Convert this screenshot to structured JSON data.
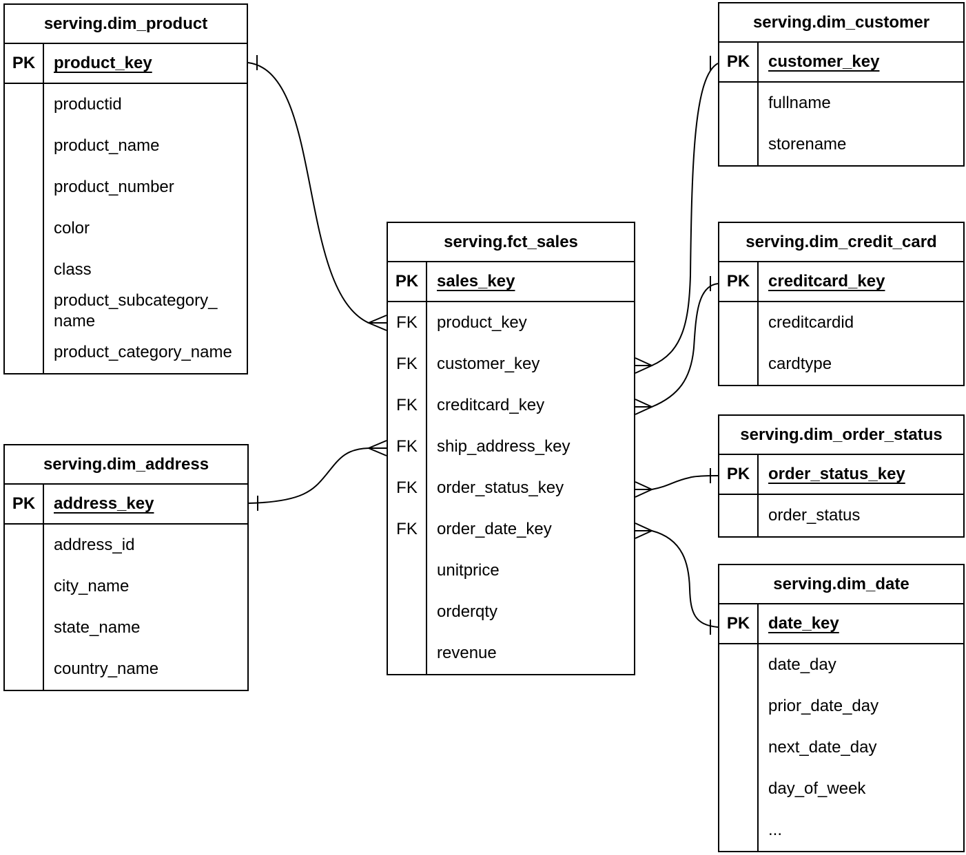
{
  "diagram_type": "entity-relationship",
  "colors": {
    "line": "#000000",
    "text": "#000000",
    "background": "#ffffff"
  },
  "tables": {
    "dim_product": {
      "title": "serving.dim_product",
      "pk_badge": "PK",
      "pk_field": "product_key",
      "fields": [
        {
          "badge": "",
          "name": "productid"
        },
        {
          "badge": "",
          "name": "product_name"
        },
        {
          "badge": "",
          "name": "product_number"
        },
        {
          "badge": "",
          "name": "color"
        },
        {
          "badge": "",
          "name": "class"
        },
        {
          "badge": "",
          "name": "product_subcategory_\nname"
        },
        {
          "badge": "",
          "name": "product_category_name"
        }
      ]
    },
    "dim_address": {
      "title": "serving.dim_address",
      "pk_badge": "PK",
      "pk_field": "address_key",
      "fields": [
        {
          "badge": "",
          "name": "address_id"
        },
        {
          "badge": "",
          "name": "city_name"
        },
        {
          "badge": "",
          "name": "state_name"
        },
        {
          "badge": "",
          "name": "country_name"
        }
      ]
    },
    "fct_sales": {
      "title": "serving.fct_sales",
      "pk_badge": "PK",
      "pk_field": "sales_key",
      "fields": [
        {
          "badge": "FK",
          "name": "product_key"
        },
        {
          "badge": "FK",
          "name": "customer_key"
        },
        {
          "badge": "FK",
          "name": "creditcard_key"
        },
        {
          "badge": "FK",
          "name": "ship_address_key"
        },
        {
          "badge": "FK",
          "name": "order_status_key"
        },
        {
          "badge": "FK",
          "name": "order_date_key"
        },
        {
          "badge": "",
          "name": "unitprice"
        },
        {
          "badge": "",
          "name": "orderqty"
        },
        {
          "badge": "",
          "name": "revenue"
        }
      ]
    },
    "dim_customer": {
      "title": "serving.dim_customer",
      "pk_badge": "PK",
      "pk_field": "customer_key",
      "fields": [
        {
          "badge": "",
          "name": "fullname"
        },
        {
          "badge": "",
          "name": "storename"
        }
      ]
    },
    "dim_credit_card": {
      "title": "serving.dim_credit_card",
      "pk_badge": "PK",
      "pk_field": "creditcard_key",
      "fields": [
        {
          "badge": "",
          "name": "creditcardid"
        },
        {
          "badge": "",
          "name": "cardtype"
        }
      ]
    },
    "dim_order_status": {
      "title": "serving.dim_order_status",
      "pk_badge": "PK",
      "pk_field": "order_status_key",
      "fields": [
        {
          "badge": "",
          "name": "order_status"
        }
      ]
    },
    "dim_date": {
      "title": "serving.dim_date",
      "pk_badge": "PK",
      "pk_field": "date_key",
      "fields": [
        {
          "badge": "",
          "name": "date_day"
        },
        {
          "badge": "",
          "name": "prior_date_day"
        },
        {
          "badge": "",
          "name": "next_date_day"
        },
        {
          "badge": "",
          "name": "day_of_week"
        },
        {
          "badge": "",
          "name": "..."
        }
      ]
    }
  },
  "connections": [
    {
      "from_table": "serving.fct_sales",
      "from_field": "product_key",
      "from_cardinality": "many",
      "to_table": "serving.dim_product",
      "to_field": "product_key",
      "to_cardinality": "one"
    },
    {
      "from_table": "serving.fct_sales",
      "from_field": "ship_address_key",
      "from_cardinality": "many",
      "to_table": "serving.dim_address",
      "to_field": "address_key",
      "to_cardinality": "one"
    },
    {
      "from_table": "serving.fct_sales",
      "from_field": "customer_key",
      "from_cardinality": "many",
      "to_table": "serving.dim_customer",
      "to_field": "customer_key",
      "to_cardinality": "one"
    },
    {
      "from_table": "serving.fct_sales",
      "from_field": "creditcard_key",
      "from_cardinality": "many",
      "to_table": "serving.dim_credit_card",
      "to_field": "creditcard_key",
      "to_cardinality": "one"
    },
    {
      "from_table": "serving.fct_sales",
      "from_field": "order_status_key",
      "from_cardinality": "many",
      "to_table": "serving.dim_order_status",
      "to_field": "order_status_key",
      "to_cardinality": "one"
    },
    {
      "from_table": "serving.fct_sales",
      "from_field": "order_date_key",
      "from_cardinality": "many",
      "to_table": "serving.dim_date",
      "to_field": "date_key",
      "to_cardinality": "one"
    }
  ]
}
